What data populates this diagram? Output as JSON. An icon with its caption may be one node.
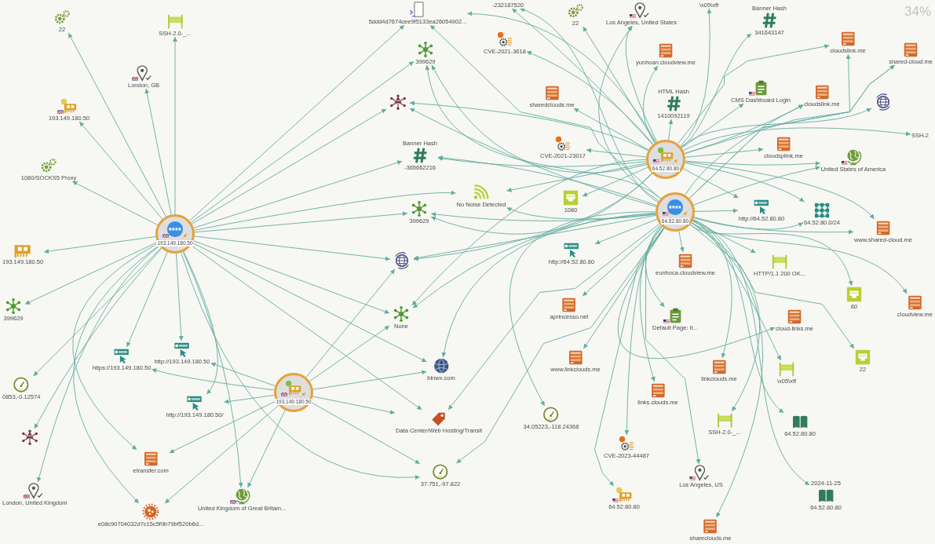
{
  "diagram": {
    "nodes": [
      {
        "text": [
          "22"
        ]
      },
      {
        "text": [
          "SSH-2.0-_..."
        ]
      },
      {
        "text": [
          "5ddd4d7674cee9f5133ea26054902..."
        ]
      },
      {
        "text": [
          "-232187520"
        ]
      },
      {
        "text": [
          "22"
        ]
      },
      {
        "text": [
          "Los Angeles, United States"
        ]
      },
      {
        "text": [
          "\\x05\\xff"
        ]
      },
      {
        "text": [
          "Banner Hash",
          "341643147"
        ]
      },
      {
        "text": [
          "London, GB"
        ]
      },
      {
        "text": [
          "193.149.180.50"
        ]
      },
      {
        "text": [
          "399629"
        ]
      },
      {
        "text": [
          "CVE-2021-3618"
        ]
      },
      {
        "text": [
          "yunhoan.cloudview.me"
        ]
      },
      {
        "text": [
          "cloudslink.me"
        ]
      },
      {
        "text": [
          "shared-cloud.me"
        ]
      },
      {
        "text": [
          "1080/SOCKS5 Proxy"
        ]
      },
      {
        "text": [],
        "shape": "picture"
      },
      {
        "text": [
          "sharedclouds.me"
        ]
      },
      {
        "text": [
          "HTML Hash",
          "1410092119"
        ]
      },
      {
        "text": [
          "CMS Dashboard Login"
        ]
      },
      {
        "text": [
          "cloudslink.me"
        ]
      },
      {
        "text": [],
        "shape": "picture"
      },
      {
        "text": [
          "CVE-2021-23017"
        ]
      },
      {
        "text": [
          "64.52.80.80"
        ]
      },
      {
        "text": [
          "cloudsplink.me"
        ]
      },
      {
        "text": [
          "Banner Hash",
          "-365662216"
        ]
      },
      {
        "text": [
          "United States of America"
        ]
      },
      {
        "text": [
          "SSH-2"
        ]
      },
      {
        "text": [
          "No Noise Detected"
        ]
      },
      {
        "text": [
          "1080"
        ]
      },
      {
        "text": [
          "193.149.180.50"
        ]
      },
      {
        "text": [
          "399629"
        ]
      },
      {
        "text": [
          "64.52.80.80"
        ]
      },
      {
        "text": [
          "http://64.52.80.80"
        ]
      },
      {
        "text": [
          "64.52.80.0/24"
        ]
      },
      {
        "text": [
          "www.shared-cloud.me"
        ]
      },
      {
        "text": [
          "193.149.180.50"
        ]
      },
      {
        "text": [],
        "shape": "picture"
      },
      {
        "text": [
          "http://64.52.80.80"
        ]
      },
      {
        "text": [
          "eunhoca.cloudview.me"
        ]
      },
      {
        "text": [
          "HTTP/1.1 200 OK..."
        ]
      },
      {
        "text": [
          "399629"
        ]
      },
      {
        "text": [
          "None"
        ]
      },
      {
        "text": [
          "aprincesso.net"
        ]
      },
      {
        "text": [
          "Default Page: It..."
        ]
      },
      {
        "text": [
          "80"
        ]
      },
      {
        "text": [
          "cloudview.me"
        ]
      },
      {
        "text": [
          "cloud-links.me"
        ]
      },
      {
        "text": [
          "22"
        ]
      },
      {
        "text": [
          "https://193.149.180.50"
        ]
      },
      {
        "text": [
          "http://193.149.180.50"
        ]
      },
      {
        "text": [
          "www.linkclouds.me"
        ]
      },
      {
        "text": [
          "linkclouds.me"
        ]
      },
      {
        "text": [
          "\\x05\\xff"
        ]
      },
      {
        "text": [
          "blnwx.com"
        ]
      },
      {
        "text": [
          "0853,-0.12574"
        ]
      },
      {
        "text": [
          "193.149.180.50"
        ]
      },
      {
        "text": [
          "links.clouds.me"
        ]
      },
      {
        "text": [
          "http://193.149.180.50/"
        ]
      },
      {
        "text": [
          "34.05223,-118.24368"
        ]
      },
      {
        "text": [
          "Data Center/Web Hosting/Transit"
        ]
      },
      {
        "text": [
          "SSH-2.0-_..."
        ]
      },
      {
        "text": [
          "64.52.80.80"
        ]
      },
      {
        "text": [],
        "shape": "picture"
      },
      {
        "text": [
          "CVE-2023-44487"
        ]
      },
      {
        "text": [
          "etransfer.com"
        ]
      },
      {
        "text": [
          "37.751,-97.822"
        ]
      },
      {
        "text": [
          "Los Angeles, US"
        ]
      },
      {
        "text": [
          "64.52.80.80"
        ]
      },
      {
        "text": [
          "2024-11-25",
          "64.52.80.80"
        ]
      },
      {
        "text": [
          "London, United Kingdom"
        ]
      },
      {
        "text": [
          "United Kingdom of Great Britain..."
        ]
      },
      {
        "text": [
          "e08c90704032d7c15c5f9b79bf520b6d..."
        ]
      },
      {
        "text": [
          "shareclouds.me"
        ]
      }
    ],
    "edges": [
      {
        "from": 30,
        "to": 0,
        "arrow": "to"
      },
      {
        "from": 30,
        "to": 1,
        "arrow": "to"
      },
      {
        "from": 30,
        "to": 8,
        "arrow": "to"
      },
      {
        "from": 30,
        "to": 9,
        "arrow": "to"
      },
      {
        "from": 30,
        "to": 15,
        "arrow": "to"
      },
      {
        "from": 30,
        "to": 36,
        "arrow": "to"
      },
      {
        "from": 30,
        "to": 41,
        "arrow": "to"
      },
      {
        "from": 30,
        "to": 55,
        "arrow": "to"
      },
      {
        "from": 30,
        "to": 63,
        "arrow": "to"
      },
      {
        "from": 30,
        "to": 70,
        "arrow": "to"
      },
      {
        "from": 30,
        "to": 49,
        "arrow": "to"
      },
      {
        "from": 30,
        "to": 50,
        "arrow": "to"
      },
      {
        "from": 30,
        "to": 58,
        "arrow": "to"
      },
      {
        "from": 30,
        "to": 65,
        "arrow": "to"
      },
      {
        "from": 30,
        "to": 72,
        "arrow": "to"
      },
      {
        "from": 30,
        "to": 71,
        "arrow": "to"
      },
      {
        "from": 30,
        "to": 2,
        "arrow": "to"
      },
      {
        "from": 30,
        "to": 10,
        "arrow": "to"
      },
      {
        "from": 30,
        "to": 16,
        "arrow": "to"
      },
      {
        "from": 30,
        "to": 25,
        "arrow": "to"
      },
      {
        "from": 30,
        "to": 28,
        "arrow": "to"
      },
      {
        "from": 30,
        "to": 31,
        "arrow": "to"
      },
      {
        "from": 30,
        "to": 37,
        "arrow": "to"
      },
      {
        "from": 30,
        "to": 42,
        "arrow": "to"
      },
      {
        "from": 30,
        "to": 54,
        "arrow": "to"
      },
      {
        "from": 30,
        "to": 60,
        "arrow": "to"
      },
      {
        "from": 30,
        "to": 66,
        "arrow": "to"
      },
      {
        "from": 56,
        "to": 49,
        "arrow": "to"
      },
      {
        "from": 56,
        "to": 50,
        "arrow": "to"
      },
      {
        "from": 56,
        "to": 58,
        "arrow": "to"
      },
      {
        "from": 56,
        "to": 65,
        "arrow": "to"
      },
      {
        "from": 56,
        "to": 72,
        "arrow": "to"
      },
      {
        "from": 56,
        "to": 71,
        "arrow": "to"
      },
      {
        "from": 56,
        "to": 42,
        "arrow": "to"
      },
      {
        "from": 56,
        "to": 37,
        "arrow": "to"
      },
      {
        "from": 56,
        "to": 54,
        "arrow": "to"
      },
      {
        "from": 56,
        "to": 60,
        "arrow": "to"
      },
      {
        "from": 56,
        "to": 66,
        "arrow": "to"
      },
      {
        "from": 23,
        "to": 2,
        "arrow": "to"
      },
      {
        "from": 23,
        "to": 3,
        "arrow": "to"
      },
      {
        "from": 23,
        "to": 4,
        "arrow": "to"
      },
      {
        "from": 23,
        "to": 5,
        "arrow": "to"
      },
      {
        "from": 23,
        "to": 6,
        "arrow": "to"
      },
      {
        "from": 23,
        "to": 7,
        "arrow": "to"
      },
      {
        "from": 23,
        "to": 10,
        "arrow": "to"
      },
      {
        "from": 23,
        "to": 11,
        "arrow": "to"
      },
      {
        "from": 23,
        "to": 12,
        "arrow": "to"
      },
      {
        "from": 23,
        "to": 13,
        "arrow": "to"
      },
      {
        "from": 23,
        "to": 14,
        "arrow": "to"
      },
      {
        "from": 23,
        "to": 16,
        "arrow": "to"
      },
      {
        "from": 23,
        "to": 17,
        "arrow": "to"
      },
      {
        "from": 23,
        "to": 18,
        "arrow": "to"
      },
      {
        "from": 23,
        "to": 19,
        "arrow": "to"
      },
      {
        "from": 23,
        "to": 20,
        "arrow": "to"
      },
      {
        "from": 23,
        "to": 21,
        "arrow": "to"
      },
      {
        "from": 23,
        "to": 22,
        "arrow": "to"
      },
      {
        "from": 23,
        "to": 24,
        "arrow": "to"
      },
      {
        "from": 23,
        "to": 25,
        "arrow": "to"
      },
      {
        "from": 23,
        "to": 26,
        "arrow": "to"
      },
      {
        "from": 23,
        "to": 27,
        "arrow": "to"
      },
      {
        "from": 23,
        "to": 28,
        "arrow": "to"
      },
      {
        "from": 23,
        "to": 29,
        "arrow": "to"
      },
      {
        "from": 23,
        "to": 31,
        "arrow": "to"
      },
      {
        "from": 23,
        "to": 33,
        "arrow": "to"
      },
      {
        "from": 23,
        "to": 34,
        "arrow": "to"
      },
      {
        "from": 23,
        "to": 35,
        "arrow": "to"
      },
      {
        "from": 23,
        "to": 37,
        "arrow": "to"
      },
      {
        "from": 23,
        "to": 42,
        "arrow": "to"
      },
      {
        "from": 32,
        "to": 2,
        "arrow": "to"
      },
      {
        "from": 32,
        "to": 3,
        "arrow": "to"
      },
      {
        "from": 32,
        "to": 5,
        "arrow": "to"
      },
      {
        "from": 32,
        "to": 10,
        "arrow": "to"
      },
      {
        "from": 32,
        "to": 13,
        "arrow": "to"
      },
      {
        "from": 32,
        "to": 14,
        "arrow": "to"
      },
      {
        "from": 32,
        "to": 16,
        "arrow": "to"
      },
      {
        "from": 32,
        "to": 20,
        "arrow": "to"
      },
      {
        "from": 32,
        "to": 25,
        "arrow": "to"
      },
      {
        "from": 32,
        "to": 26,
        "arrow": "to"
      },
      {
        "from": 32,
        "to": 28,
        "arrow": "to"
      },
      {
        "from": 32,
        "to": 31,
        "arrow": "to"
      },
      {
        "from": 32,
        "to": 33,
        "arrow": "to"
      },
      {
        "from": 32,
        "to": 34,
        "arrow": "to"
      },
      {
        "from": 32,
        "to": 35,
        "arrow": "to"
      },
      {
        "from": 32,
        "to": 37,
        "arrow": "to"
      },
      {
        "from": 32,
        "to": 38,
        "arrow": "to"
      },
      {
        "from": 32,
        "to": 39,
        "arrow": "to"
      },
      {
        "from": 32,
        "to": 40,
        "arrow": "to"
      },
      {
        "from": 32,
        "to": 42,
        "arrow": "to"
      },
      {
        "from": 32,
        "to": 43,
        "arrow": "to"
      },
      {
        "from": 32,
        "to": 44,
        "arrow": "to"
      },
      {
        "from": 32,
        "to": 45,
        "arrow": "to"
      },
      {
        "from": 32,
        "to": 46,
        "arrow": "to"
      },
      {
        "from": 32,
        "to": 47,
        "arrow": "to"
      },
      {
        "from": 32,
        "to": 48,
        "arrow": "to"
      },
      {
        "from": 32,
        "to": 51,
        "arrow": "to"
      },
      {
        "from": 32,
        "to": 52,
        "arrow": "to"
      },
      {
        "from": 32,
        "to": 53,
        "arrow": "to"
      },
      {
        "from": 32,
        "to": 54,
        "arrow": "to"
      },
      {
        "from": 32,
        "to": 57,
        "arrow": "to"
      },
      {
        "from": 32,
        "to": 59,
        "arrow": "to"
      },
      {
        "from": 32,
        "to": 60,
        "arrow": "to"
      },
      {
        "from": 32,
        "to": 61,
        "arrow": "to"
      },
      {
        "from": 32,
        "to": 62,
        "arrow": "to"
      },
      {
        "from": 32,
        "to": 64,
        "arrow": "to"
      },
      {
        "from": 32,
        "to": 66,
        "arrow": "to"
      },
      {
        "from": 32,
        "to": 67,
        "arrow": "to"
      },
      {
        "from": 32,
        "to": 68,
        "arrow": "to"
      },
      {
        "from": 32,
        "to": 69,
        "arrow": "to"
      },
      {
        "from": 32,
        "to": 73,
        "arrow": "to"
      }
    ],
    "labels": [
      "34%"
    ]
  }
}
